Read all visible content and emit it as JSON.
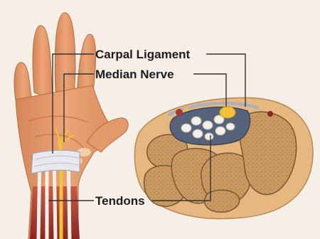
{
  "labels": {
    "carpal_ligament": "Carpal Ligament",
    "median_nerve": "Median Nerve",
    "tendons": "Tendons"
  },
  "colors": {
    "background": "#f6efe7",
    "skin": "#e9a070",
    "skin_shadow": "#c9784a",
    "ligament": "#e6e8ee",
    "nerve": "#f2c23a",
    "tendon": "#f4efe6",
    "muscle": "#a8352d",
    "bone": "#c99a62",
    "bone_edge": "#7a5634",
    "sheath": "#56627a",
    "leader_line": "#333333"
  }
}
